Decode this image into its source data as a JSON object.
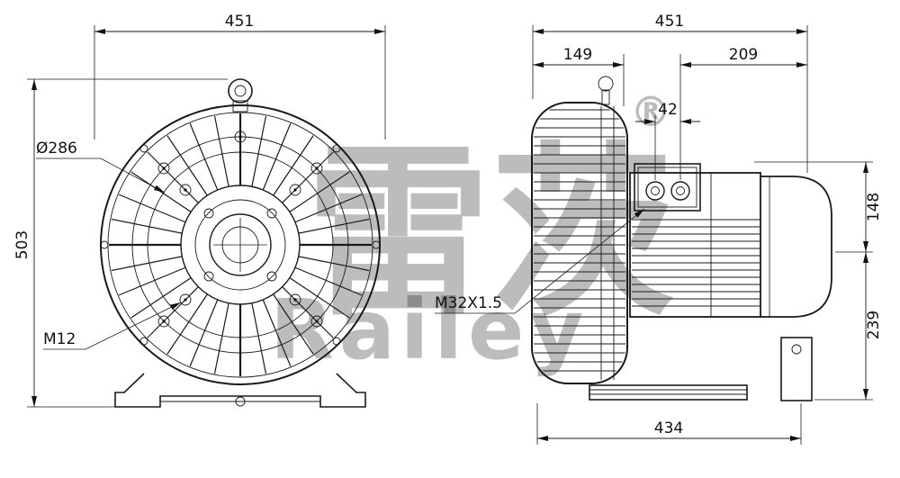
{
  "drawing": {
    "front_view": {
      "dim_width": "451",
      "dim_height": "503",
      "dim_diameter": "Ø286",
      "dim_bolt": "M12"
    },
    "side_view": {
      "dim_width": "451",
      "dim_front_section": "149",
      "dim_rear_section": "209",
      "dim_gland_spacing": "42",
      "dim_height_top": "148",
      "dim_height_bottom": "239",
      "dim_base": "434",
      "dim_thread": "M32X1.5"
    },
    "watermark": {
      "cjk": "雷茨",
      "registered": "®",
      "latin": "Railey",
      "color": "#c9c9c9"
    }
  }
}
